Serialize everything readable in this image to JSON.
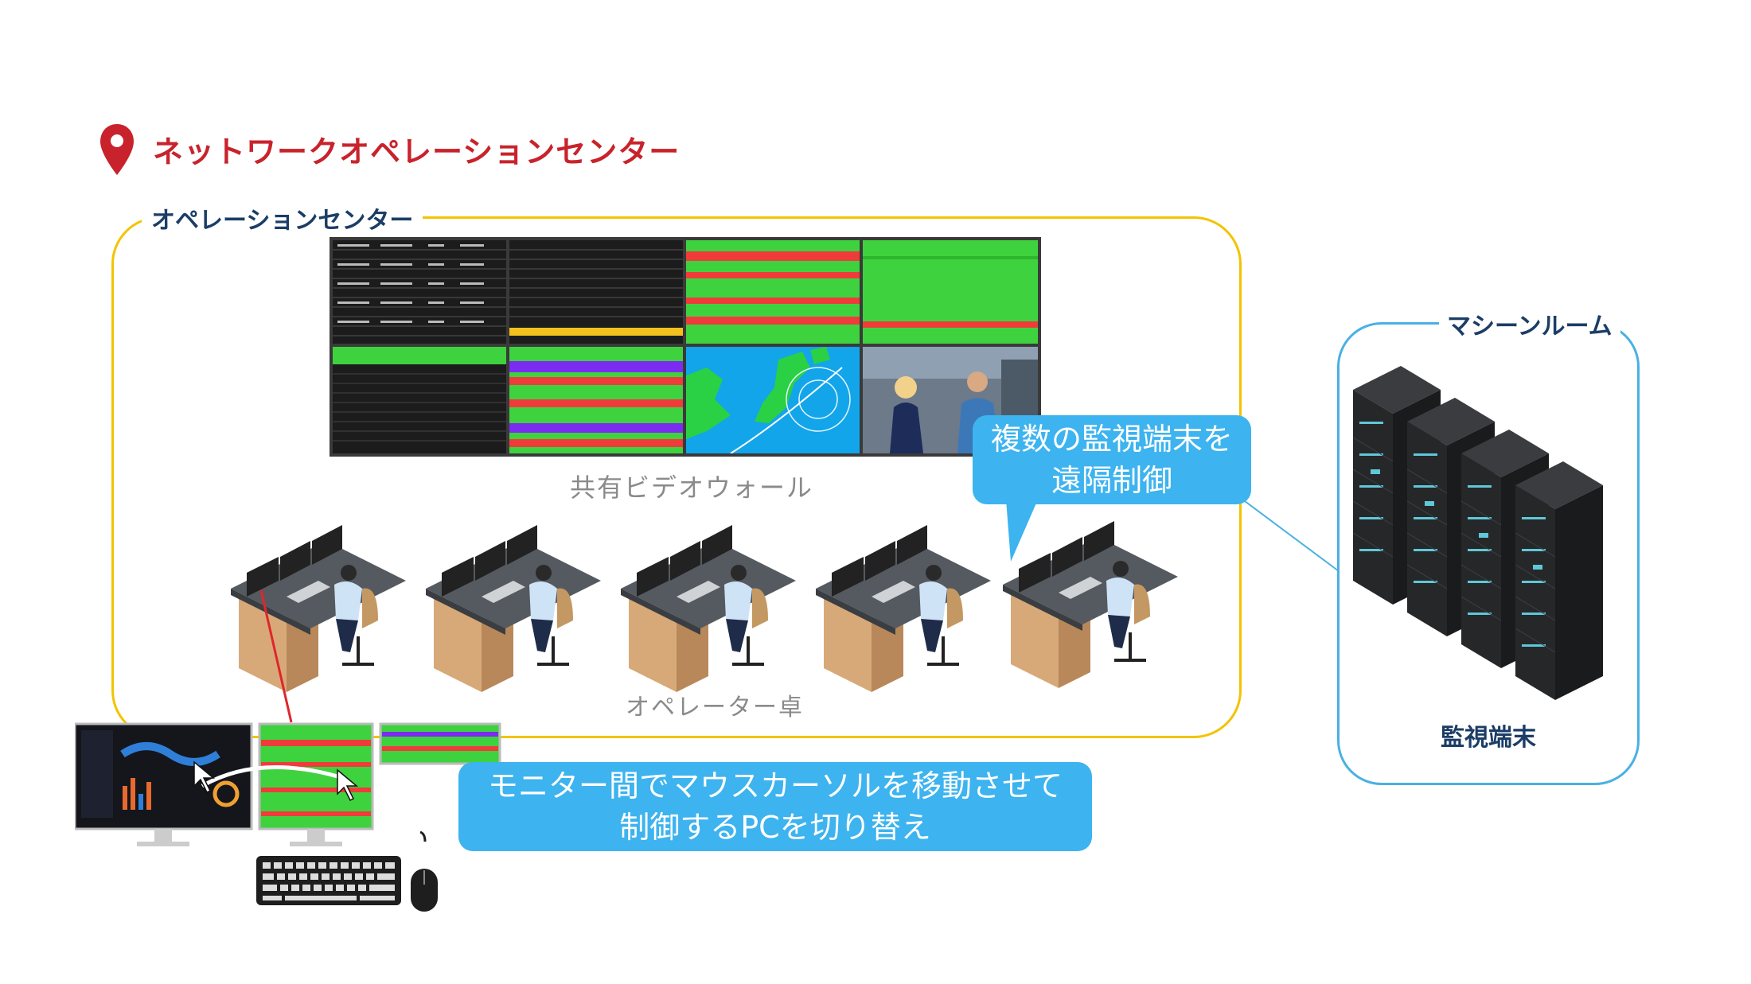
{
  "header": {
    "title": "ネットワークオペレーションセンター",
    "pin_icon": "map-pin-icon",
    "pin_color": "#c8232c"
  },
  "operation_center": {
    "label": "オペレーションセンター",
    "frame_color": "#f2c400",
    "video_wall_caption": "共有ビデオウォール",
    "desk_caption": "オペレーター卓"
  },
  "machine_room": {
    "label": "マシーンルーム",
    "frame_color": "#49b1e3",
    "caption": "監視端末"
  },
  "callouts": {
    "remote_control": [
      "複数の監視端末を",
      "遠隔制御"
    ],
    "pc_switch": [
      "モニター間でマウスカーソルを移動させて",
      "制御するPCを切り替え"
    ],
    "bubble_color": "#3db3ef"
  }
}
